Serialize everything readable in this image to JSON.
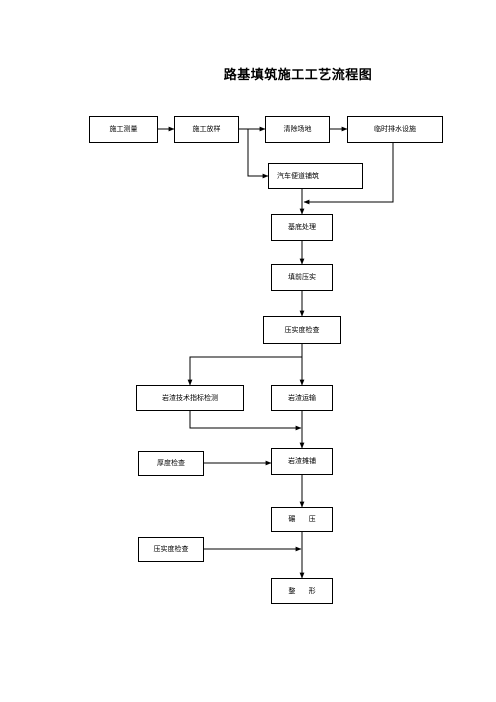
{
  "title": "路基填筑施工工艺流程图",
  "nodes": {
    "survey": "施工测量",
    "layout": "施工放样",
    "clear_site": "清除场地",
    "drainage": "临时排水设施",
    "haul_road": "汽车便道铺筑",
    "base_treatment": "基底处理",
    "pre_compaction": "填前压实",
    "compaction_check_1": "压实度检查",
    "rock_index_test": "岩渣技术指标检测",
    "rock_transport": "岩渣运输",
    "thickness_check": "厚度检查",
    "rock_spreading": "岩渣摊铺",
    "rolling": "碾      压",
    "compaction_check_2": "压实度检查",
    "shaping": "整      形"
  }
}
